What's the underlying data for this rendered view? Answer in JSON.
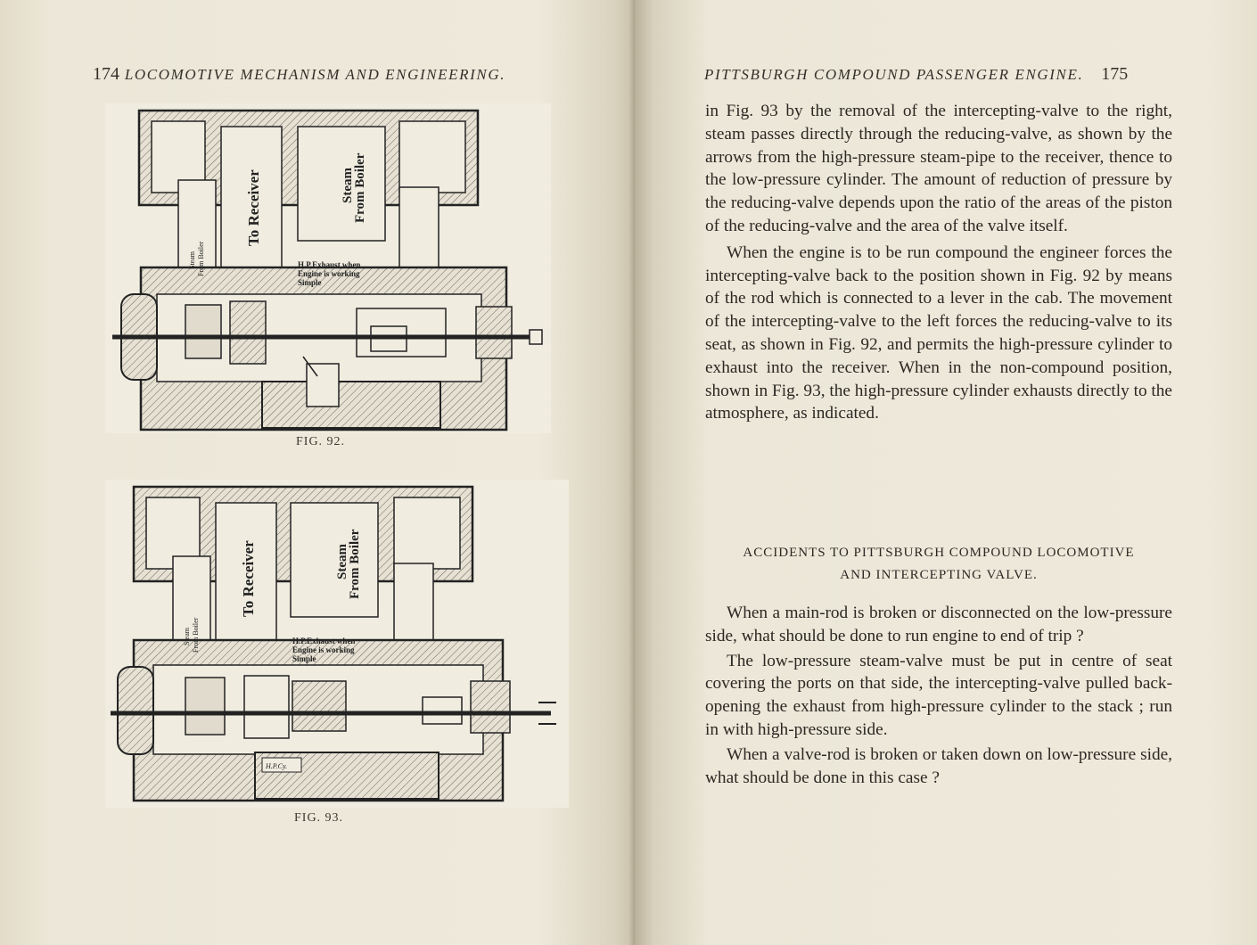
{
  "left_page": {
    "page_number": "174",
    "running_head": "LOCOMOTIVE MECHANISM AND ENGINEERING.",
    "figures": [
      {
        "caption": "FIG. 92.",
        "labels": {
          "to_receiver": "To Receiver",
          "steam": "Steam",
          "from_boiler": "From Boiler",
          "steam_small": "Steam",
          "from_boiler_small": "From Boiler",
          "exhaust_1": "H.P.Exhaust when",
          "exhaust_2": "Engine is working",
          "exhaust_3": "Simple"
        }
      },
      {
        "caption": "FIG. 93.",
        "labels": {
          "to_receiver": "To Receiver",
          "steam": "Steam",
          "from_boiler": "From Boiler",
          "steam_small": "Steam",
          "from_boiler_small": "From Boiler",
          "exhaust_1": "H.P.Exhaust when",
          "exhaust_2": "Engine is working",
          "exhaust_3": "Simple",
          "hp_cyl": "H.P.Cy."
        }
      }
    ]
  },
  "right_page": {
    "page_number": "175",
    "running_head": "PITTSBURGH COMPOUND PASSENGER ENGINE.",
    "paragraph_1": "in Fig. 93 by the removal of the intercepting-valve to the right, steam passes directly through the reducing-valve, as shown by the arrows from the high-pressure steam-pipe to the receiver, thence to the low-pressure cylinder. The amount of reduction of pressure by the reducing-valve depends upon the ratio of the areas of the piston of the reducing-valve and the area of the valve itself.",
    "paragraph_2": "When the engine is to be run compound the engineer forces the intercepting-valve back to the position shown in Fig. 92 by means of the rod which is connected to a lever in the cab. The movement of the intercepting-valve to the left forces the reducing-valve to its seat, as shown in Fig. 92, and permits the high-pressure cylinder to exhaust into the receiver. When in the non-compound position, shown in Fig. 93, the high-pressure cylinder exhausts directly to the atmosphere, as indicated.",
    "heading_line_1": "ACCIDENTS TO PITTSBURGH COMPOUND LOCOMOTIVE",
    "heading_line_2": "AND INTERCEPTING VALVE.",
    "question_1": "When a main-rod is broken or disconnected on the low-pressure side, what should be done to run engine to end of trip ?",
    "answer_1": "The low-pressure steam-valve must be put in centre of seat covering the ports on that side, the intercepting-valve pulled back-opening the exhaust from high-pressure cylinder to the stack ; run in with high-pressure side.",
    "question_2": "When a valve-rod is broken or taken down on low-pressure side, what should be done in this case ?"
  }
}
